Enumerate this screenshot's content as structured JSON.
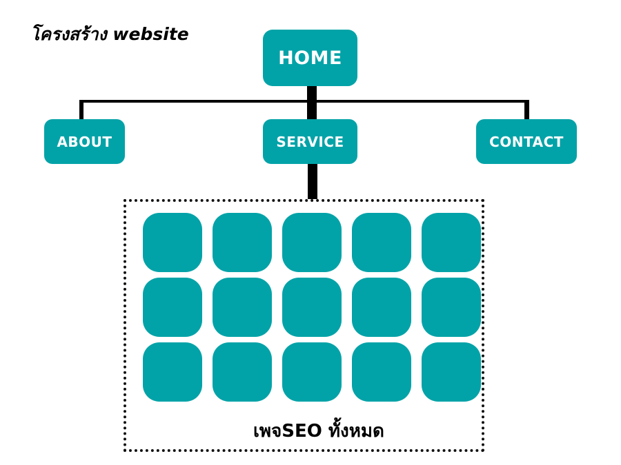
{
  "title": "โครงสร้าง website",
  "nodes": {
    "home": "HOME",
    "about": "ABOUT",
    "service": "SERVICE",
    "contact": "CONTACT"
  },
  "seo_group": {
    "label": "เพจSEO ทั้งหมด",
    "page_count": 15
  },
  "colors": {
    "node": "#02a3a8",
    "node_text": "#ffffff",
    "connector": "#000000"
  }
}
